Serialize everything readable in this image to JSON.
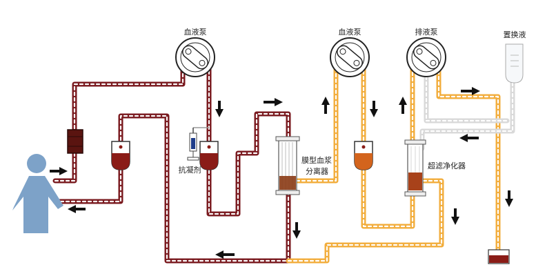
{
  "labels": {
    "pump_blood_1": "血液泵",
    "pump_blood_2": "血液泵",
    "pump_drain": "排液泵",
    "replacement_fluid": "置换液",
    "anticoagulant": "抗凝剂",
    "membrane_separator_line1": "膜型血浆",
    "membrane_separator_line2": "分离器",
    "ultrafilter": "超滤净化器"
  },
  "colors": {
    "blood_line": "#7a1a1f",
    "plasma_line": "#f2ad3c",
    "replacement_line": "#d9d9d9",
    "patient": "#7da2c8",
    "chamber_blood": "#8a1c17",
    "chamber_plasma": "#d3641d",
    "arrow": "#111111"
  },
  "icons": [
    "pump-icon",
    "drip-chamber-icon",
    "syringe-icon",
    "filter-icon",
    "bag-icon",
    "patient-icon",
    "arrow-icon"
  ]
}
